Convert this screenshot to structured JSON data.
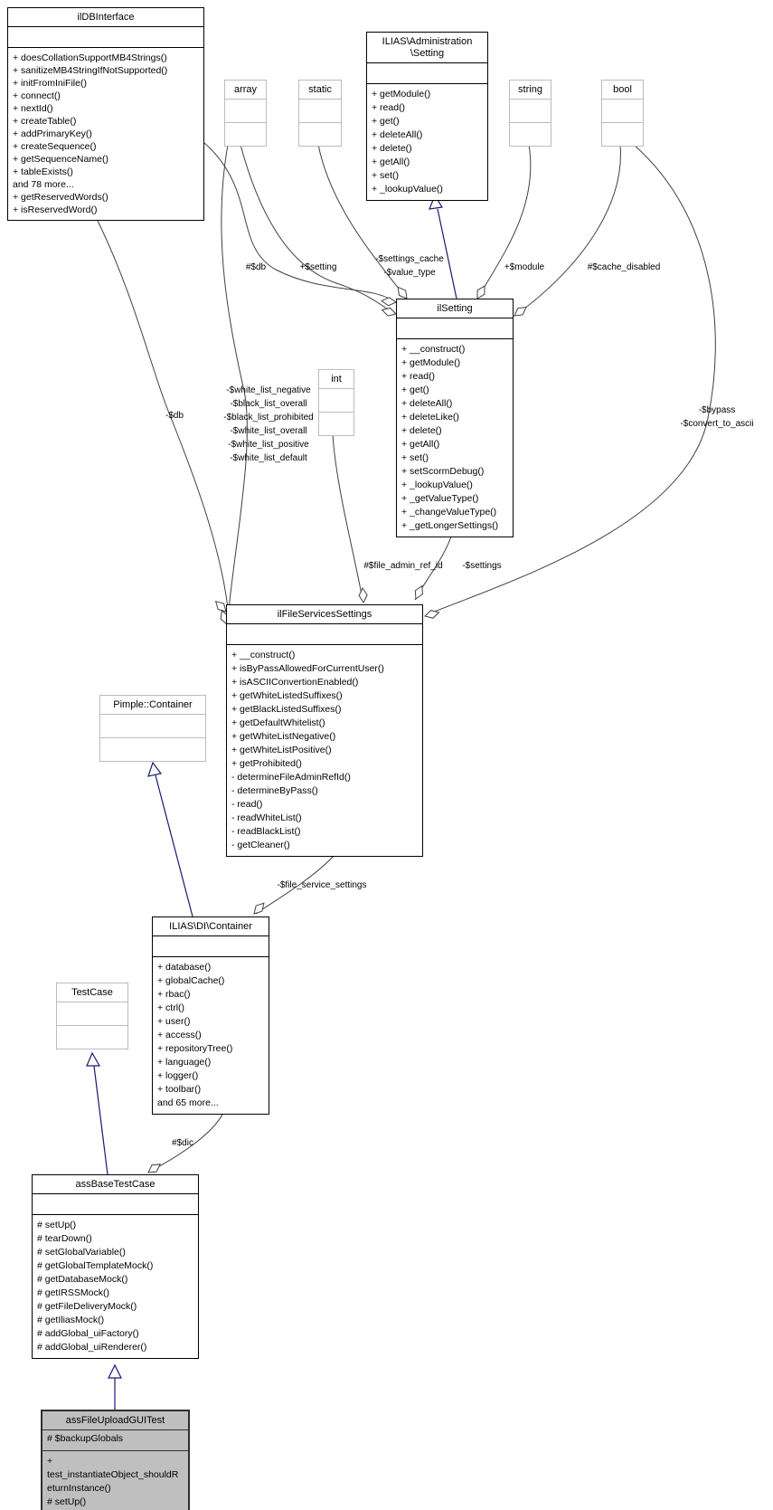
{
  "classes": {
    "db_interface": {
      "title": "ilDBInterface",
      "attributes": [],
      "methods": [
        "+ doesCollationSupportMB4Strings()",
        "+ sanitizeMB4StringIfNotSupported()",
        "+ initFromIniFile()",
        "+ connect()",
        "+ nextId()",
        "+ createTable()",
        "+ addPrimaryKey()",
        "+ createSequence()",
        "+ getSequenceName()",
        "+ tableExists()",
        "and 78 more...",
        "+ getReservedWords()",
        "+ isReservedWord()"
      ]
    },
    "admin_setting": {
      "title_lines": [
        "ILIAS\\Administration",
        "\\Setting"
      ],
      "attributes": [],
      "methods": [
        "+ getModule()",
        "+ read()",
        "+ get()",
        "+ deleteAll()",
        "+ delete()",
        "+ getAll()",
        "+ set()",
        "+ _lookupValue()"
      ]
    },
    "il_setting": {
      "title": "ilSetting",
      "attributes": [],
      "methods": [
        "+ __construct()",
        "+ getModule()",
        "+ read()",
        "+ get()",
        "+ deleteAll()",
        "+ deleteLike()",
        "+ delete()",
        "+ getAll()",
        "+ set()",
        "+ setScormDebug()",
        "+ _lookupValue()",
        "+ _getValueType()",
        "+ _changeValueType()",
        "+ _getLongerSettings()"
      ]
    },
    "file_services": {
      "title": "ilFileServicesSettings",
      "attributes": [],
      "methods": [
        "+ __construct()",
        "+ isByPassAllowedForCurrentUser()",
        "+ isASCIIConvertionEnabled()",
        "+ getWhiteListedSuffixes()",
        "+ getBlackListedSuffixes()",
        "+ getDefaultWhitelist()",
        "+ getWhiteListNegative()",
        "+ getWhiteListPositive()",
        "+ getProhibited()",
        "- determineFileAdminRefId()",
        "- determineByPass()",
        "- read()",
        "- readWhiteList()",
        "- readBlackList()",
        "- getCleaner()"
      ]
    },
    "di_container": {
      "title": "ILIAS\\DI\\Container",
      "attributes": [],
      "methods": [
        "+ database()",
        "+ globalCache()",
        "+ rbac()",
        "+ ctrl()",
        "+ user()",
        "+ access()",
        "+ repositoryTree()",
        "+ language()",
        "+ logger()",
        "+ toolbar()",
        "and 65 more..."
      ]
    },
    "ass_base": {
      "title": "assBaseTestCase",
      "attributes": [],
      "methods": [
        "# setUp()",
        "# tearDown()",
        "# setGlobalVariable()",
        "# getGlobalTemplateMock()",
        "# getDatabaseMock()",
        "# getIRSSMock()",
        "# getFileDeliveryMock()",
        "# getIliasMock()",
        "# addGlobal_uiFactory()",
        "# addGlobal_uiRenderer()"
      ]
    },
    "ass_file_upload": {
      "title": "assFileUploadGUITest",
      "attributes": [
        "# $backupGlobals"
      ],
      "methods": [
        "+ test_instantiateObject_shouldReturnInstance()",
        "# setUp()"
      ]
    },
    "pimple": {
      "title": "Pimple::Container"
    },
    "test_case": {
      "title": "TestCase"
    },
    "array_type": {
      "title": "array"
    },
    "static_type": {
      "title": "static"
    },
    "string_type": {
      "title": "string"
    },
    "bool_type": {
      "title": "bool"
    },
    "int_type": {
      "title": "int"
    }
  },
  "edge_labels": {
    "db_protected": "#$db",
    "setting": "+$setting",
    "settings_cache": [
      "-$settings_cache",
      "-$value_type"
    ],
    "module": "+$module",
    "cache_disabled": "#$cache_disabled",
    "db_private": "-$db",
    "white_lists": [
      "-$white_list_negative",
      "-$black_list_overall",
      "-$black_list_prohibited",
      "-$white_list_overall",
      "-$white_list_positive",
      "-$white_list_default"
    ],
    "bypass": [
      "-$bypass",
      "-$convert_to_ascii"
    ],
    "file_admin_ref_id": "#$file_admin_ref_id",
    "settings_member": "-$settings",
    "file_service_settings": "-$file_service_settings",
    "dic": "#$dic"
  },
  "colors": {
    "inheritance": "#191970",
    "aggregation": "#404040",
    "external_border": "#bcbcbc",
    "highlight_fill": "#bfbfbf"
  }
}
